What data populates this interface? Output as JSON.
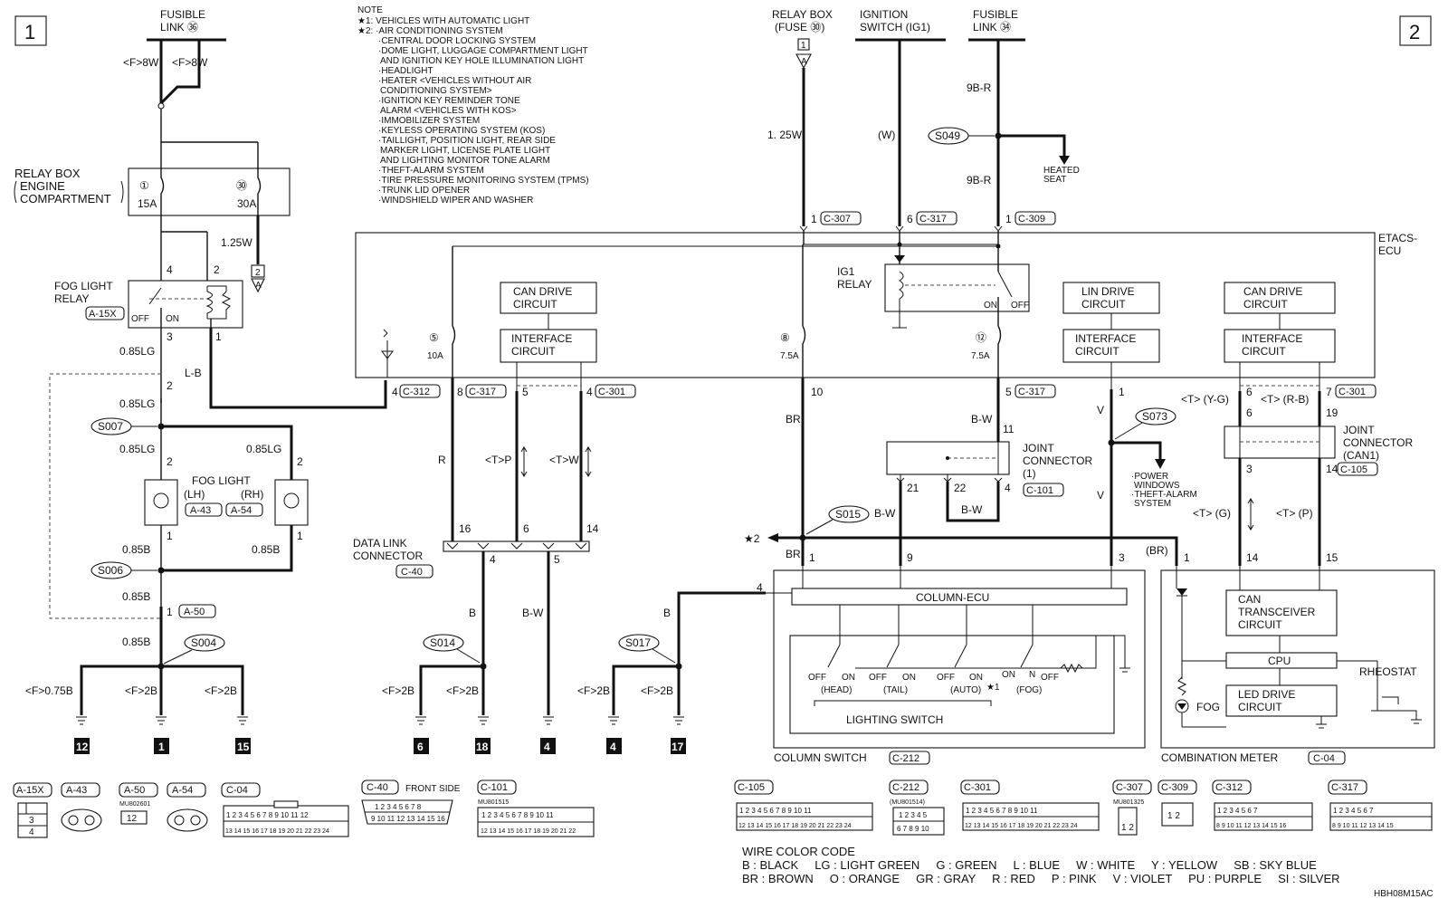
{
  "diagram_id": "HBH08M15AC",
  "page_markers": [
    "1",
    "2"
  ],
  "notes": {
    "title": "NOTE",
    "lines": [
      "★1: VEHICLES WITH AUTOMATIC LIGHT",
      "★2: ·AIR CONDITIONING SYSTEM",
      "·CENTRAL DOOR LOCKING SYSTEM",
      "·DOME LIGHT, LUGGAGE COMPARTMENT LIGHT",
      "AND IGNITION KEY HOLE ILLUMINATION LIGHT",
      "·HEADLIGHT",
      "·HEATER <VEHICLES WITHOUT AIR",
      "CONDITIONING SYSTEM>",
      "·IGNITION KEY REMINDER TONE",
      "ALARM <VEHICLES WITH KOS>",
      "·IMMOBILIZER SYSTEM",
      "·KEYLESS OPERATING SYSTEM (KOS)",
      "·TAILLIGHT, POSITION LIGHT, REAR SIDE",
      "MARKER LIGHT, LICENSE PLATE LIGHT",
      "AND LIGHTING MONITOR TONE ALARM",
      "·THEFT-ALARM SYSTEM",
      "·TIRE PRESSURE MONITORING SYSTEM (TPMS)",
      "·TRUNK LID OPENER",
      "·WINDSHIELD WIPER AND WASHER"
    ]
  },
  "top_sources": {
    "fusible_link_36": [
      "FUSIBLE",
      "LINK ㊱"
    ],
    "relay_box_fuse30": [
      "RELAY BOX",
      "(FUSE ㉚)"
    ],
    "ignition_switch": [
      "IGNITION",
      "SWITCH (IG1)"
    ],
    "fusible_link_34": [
      "FUSIBLE",
      "LINK ㉞"
    ]
  },
  "relay_box": {
    "label": [
      "RELAY BOX",
      "ENGINE",
      "COMPARTMENT"
    ],
    "fuse1_num": "①",
    "fuse1_amp": "15A",
    "fuse30_num": "㉚",
    "fuse30_amp": "30A"
  },
  "fog_relay": {
    "label": [
      "FOG LIGHT",
      "RELAY"
    ],
    "code": "A-15X",
    "off": "OFF",
    "on": "ON"
  },
  "fog_light": {
    "label": "FOG LIGHT",
    "lh": "(LH)",
    "rh": "(RH)",
    "code_lh": "A-43",
    "code_rh": "A-54"
  },
  "etacs": {
    "label": [
      "ETACS-",
      "ECU"
    ],
    "ig1": [
      "IG1",
      "RELAY"
    ],
    "on": "ON",
    "off": "OFF"
  },
  "etacs_blocks": {
    "can1": [
      "CAN DRIVE",
      "CIRCUIT"
    ],
    "if1": [
      "INTERFACE",
      "CIRCUIT"
    ],
    "lin": [
      "LIN DRIVE",
      "CIRCUIT"
    ],
    "if2": [
      "INTERFACE",
      "CIRCUIT"
    ],
    "can2": [
      "CAN DRIVE",
      "CIRCUIT"
    ],
    "if3": [
      "INTERFACE",
      "CIRCUIT"
    ]
  },
  "fuses": {
    "f5": "⑤",
    "f5a": "10A",
    "f8": "⑧",
    "f8a": "7.5A",
    "f12": "⑫",
    "f12a": "7.5A"
  },
  "wires": {
    "f8w_1": "<F>8W",
    "f8w_2": "<F>8W",
    "w125_1": "1.25W",
    "w125_2": "1. 25W",
    "w_ig": "(W)",
    "w9br_1": "9B-R",
    "w9br_2": "9B-R",
    "lg085_1": "0.85LG",
    "lg085_2": "0.85LG",
    "lg085_3": "0.85LG",
    "lg085_4": "0.85LG",
    "lb": "L-B",
    "b085_1": "0.85B",
    "b085_2": "0.85B",
    "b085_3": "0.85B",
    "b085_4": "0.85B",
    "f075b": "<F>0.75B",
    "f2b_1": "<F>2B",
    "f2b_2": "<F>2B",
    "f2b_3": "<F>2B",
    "f2b_4": "<F>2B",
    "f2b_5": "<F>2B",
    "f2b_6": "<F>2B",
    "r": "R",
    "tp": "<T>P",
    "tw": "<T>W",
    "b_1": "B",
    "bw_1": "B-W",
    "b_2": "B",
    "br_1": "BR",
    "br_2": "BR",
    "bw_2": "B-W",
    "bw_3": "B-W",
    "bw_4": "B-W",
    "v_1": "V",
    "v_2": "V",
    "tyg": "<T> (Y-G)",
    "trb": "<T> (R-B)",
    "tg": "<T> (G)",
    "tpp": "<T> (P)",
    "br_p": "(BR)"
  },
  "splices": {
    "s049": "S049",
    "s007": "S007",
    "s006": "S006",
    "s004": "S004",
    "s014": "S014",
    "s017": "S017",
    "s015": "S015",
    "s073": "S073"
  },
  "connectors": {
    "c307": "C-307",
    "c317": "C-317",
    "c309": "C-309",
    "c312": "C-312",
    "c301": "C-301",
    "c317b": "C-317",
    "c301b": "C-301",
    "c101": "C-101",
    "c105": "C-105",
    "c40": "C-40",
    "a50": "A-50",
    "c212": "C-212",
    "c04": "C-04"
  },
  "heated_seat": [
    "HEATED",
    "SEAT"
  ],
  "s073_targets": [
    "·POWER",
    "WINDOWS",
    "·THEFT-ALARM",
    "SYSTEM"
  ],
  "joint1": [
    "JOINT",
    "CONNECTOR",
    "(1)"
  ],
  "joint_can1": [
    "JOINT",
    "CONNECTOR",
    "(CAN1)"
  ],
  "dlc": [
    "DATA LINK",
    "CONNECTOR"
  ],
  "column_ecu": "COLUMN-ECU",
  "lighting_switch": {
    "label": "LIGHTING SWITCH",
    "head": "(HEAD)",
    "tail": "(TAIL)",
    "auto": "(AUTO)",
    "fog": "(FOG)",
    "off": "OFF",
    "on": "ON",
    "n": "N",
    "star1": "★1"
  },
  "column_switch": "COLUMN SWITCH",
  "combo": {
    "label": "COMBINATION METER",
    "can_tr": [
      "CAN",
      "TRANSCEIVER",
      "CIRCUIT"
    ],
    "cpu": "CPU",
    "led": [
      "LED DRIVE",
      "CIRCUIT"
    ],
    "rheostat": "RHEOSTAT",
    "fog": "FOG"
  },
  "star2": "★2",
  "grounds": [
    "12",
    "1",
    "15",
    "6",
    "18",
    "4",
    "4",
    "17"
  ],
  "pins": {
    "p4": "4",
    "p2": "2",
    "p3": "3",
    "p1": "1",
    "p2b": "2",
    "p2c": "2",
    "p2d": "2",
    "p1b": "1",
    "p1c": "1",
    "p1d": "1",
    "e4": "4",
    "e8": "8",
    "e5": "5",
    "e4b": "4",
    "e10": "10",
    "e5b": "5",
    "e1": "1",
    "e6": "6",
    "e7": "7",
    "e2": "2",
    "e6b": "6",
    "e1b": "1",
    "j11": "11",
    "j21": "21",
    "j22": "22",
    "j4": "4",
    "d16": "16",
    "d6": "6",
    "d14": "14",
    "d4": "4",
    "d5": "5",
    "c1": "1",
    "c9": "9",
    "c3": "3",
    "c4": "4",
    "m1": "1",
    "m14": "14",
    "m15": "15",
    "j6": "6",
    "j19": "19",
    "j3": "3",
    "j14": "14"
  },
  "legend_conns": [
    "A-15X",
    "A-43",
    "A-50",
    "A-54",
    "C-04",
    "C-40",
    "C-101",
    "C-105",
    "C-212",
    "C-301",
    "C-307",
    "C-309",
    "C-312",
    "C-317"
  ],
  "legend_parts": {
    "mu1": "MU802601",
    "mu2": "MU801515",
    "mu3": "(MU801514)",
    "mu4": "MU801325",
    "front_side": "FRONT SIDE"
  },
  "color_code": {
    "title": "WIRE COLOR CODE",
    "line1": "B : BLACK     LG : LIGHT GREEN     G : GREEN     L : BLUE     W : WHITE     Y : YELLOW     SB : SKY BLUE",
    "line2": "BR : BROWN     O : ORANGE     GR : GRAY     R : RED     P : PINK     V : VIOLET     PU : PURPLE     SI : SILVER"
  }
}
